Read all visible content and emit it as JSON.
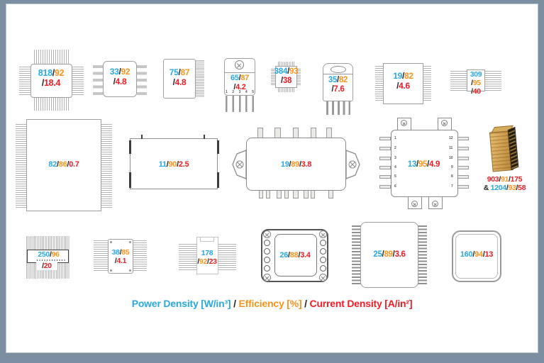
{
  "colors": {
    "power": "#29a8e2",
    "efficiency": "#f7941d",
    "current": "#ee1c25",
    "slash": "#231f20",
    "frame_border": "#7b8fa0"
  },
  "sep": "/",
  "legend": {
    "power": "Power Density [W/in³]",
    "separator": " / ",
    "efficiency": "Efficiency [%]",
    "current": "Current Density [A/in²]"
  },
  "packages": [
    {
      "id": "qfp-4side",
      "pd": "818",
      "eff": "92",
      "cd": "18.4"
    },
    {
      "id": "soic",
      "pd": "33",
      "eff": "92",
      "cd": "4.8"
    },
    {
      "id": "finned-package",
      "pd": "75",
      "eff": "87",
      "cd": "4.8"
    },
    {
      "id": "to220-screw",
      "pd": "65",
      "eff": "87",
      "cd": "4.2",
      "leg_numbers": [
        "1",
        "2",
        "3",
        "4",
        "5"
      ]
    },
    {
      "id": "qfn",
      "pd": "384",
      "eff": "93",
      "cd": "38"
    },
    {
      "id": "to220-oval",
      "pd": "35",
      "eff": "82",
      "cd": "7.6"
    },
    {
      "id": "qfp-lr",
      "pd": "19",
      "eff": "82",
      "cd": "4.6"
    },
    {
      "id": "sot-wide-leads",
      "pd": "309",
      "eff": "95",
      "cd": "40"
    },
    {
      "id": "qfp-large",
      "pd": "82",
      "eff": "86",
      "cd": "0.7"
    },
    {
      "id": "brick-module",
      "pd": "11",
      "eff": "90",
      "cd": "2.5"
    },
    {
      "id": "power-module-horizontal",
      "pd": "19",
      "eff": "89",
      "cd": "3.8"
    },
    {
      "id": "power-module-vertical",
      "pd": "13",
      "eff": "95",
      "cd": "4.9",
      "left_pin_numbers": [
        "1",
        "2",
        "3",
        "4",
        "5",
        "6"
      ],
      "right_pin_numbers": [
        "12",
        "11",
        "10",
        "9",
        "8",
        "7"
      ]
    },
    {
      "id": "pcb-3d-module",
      "pd1": "903",
      "eff1": "91",
      "cd1": "175",
      "amp": "&",
      "pd2": "1204",
      "eff2": "93",
      "cd2": "58"
    },
    {
      "id": "dip-horizontal",
      "pd": "250",
      "eff": "96",
      "cd": "20"
    },
    {
      "id": "sop-vertical",
      "pd": "38",
      "eff": "85",
      "cd": "4.1"
    },
    {
      "id": "sip-narrow",
      "pd": "178",
      "eff": "92",
      "cd": "23"
    },
    {
      "id": "screw-corner-module",
      "pd": "26",
      "eff": "88",
      "cd": "3.4"
    },
    {
      "id": "qfp-bottom",
      "pd": "25",
      "eff": "89",
      "cd": "3.6"
    },
    {
      "id": "lga-square",
      "pd": "160",
      "eff": "94",
      "cd": "13"
    }
  ]
}
